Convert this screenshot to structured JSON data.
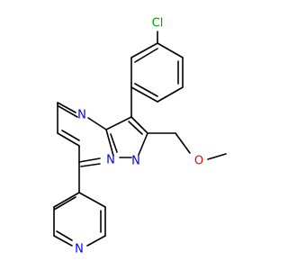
{
  "molecule": {
    "atoms": [
      {
        "symbol": "Cl",
        "color": "#00a000"
      },
      {
        "symbol": "N",
        "color": "#0000ff"
      },
      {
        "symbol": "N",
        "color": "#0000ff"
      },
      {
        "symbol": "N",
        "color": "#0000ff"
      },
      {
        "symbol": "O",
        "color": "#ff0000"
      },
      {
        "symbol": "N",
        "color": "#0000ff"
      }
    ]
  }
}
